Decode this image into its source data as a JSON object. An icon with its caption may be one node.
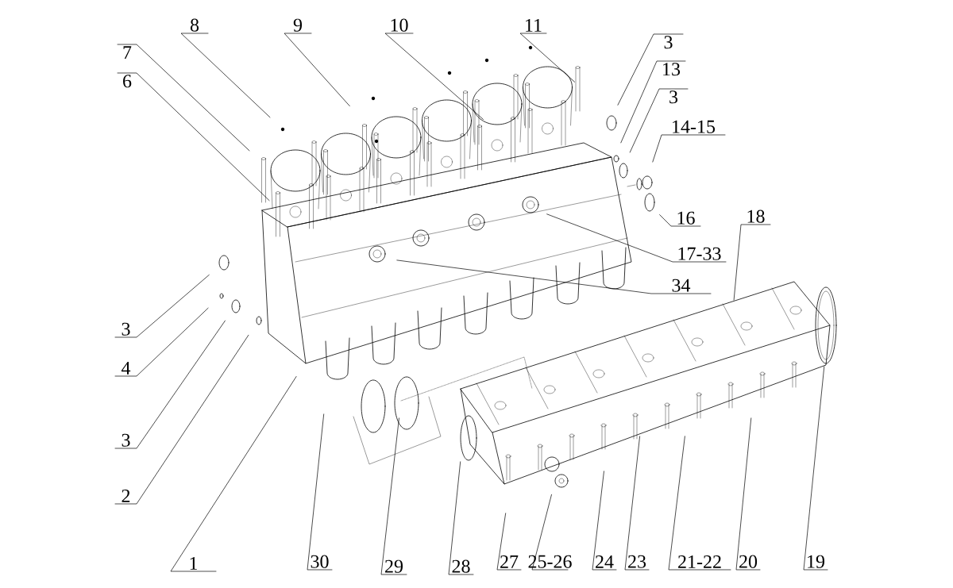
{
  "diagram": {
    "nodes": [
      {
        "text": [
          "8"
        ]
      },
      {
        "text": [
          "9"
        ]
      },
      {
        "text": [
          "10"
        ]
      },
      {
        "text": [
          "11"
        ]
      },
      {
        "text": [
          "7"
        ]
      },
      {
        "text": [
          "6"
        ]
      },
      {
        "text": [
          "3"
        ]
      },
      {
        "text": [
          "13"
        ]
      },
      {
        "text": [
          "3"
        ]
      },
      {
        "text": [
          "14-15"
        ]
      },
      {
        "text": [
          "16"
        ]
      },
      {
        "text": [
          "18"
        ]
      },
      {
        "text": [
          "17-33"
        ]
      },
      {
        "text": [
          "34"
        ]
      },
      {
        "text": [
          "3"
        ]
      },
      {
        "text": [
          "4"
        ]
      },
      {
        "text": [
          "3"
        ]
      },
      {
        "text": [
          "2"
        ]
      },
      {
        "text": [
          "1"
        ]
      },
      {
        "text": [
          "30"
        ]
      },
      {
        "text": [
          "29"
        ]
      },
      {
        "text": [
          "28"
        ]
      },
      {
        "text": [
          "27"
        ]
      },
      {
        "text": [
          "25-26"
        ]
      },
      {
        "text": [
          "24"
        ]
      },
      {
        "text": [
          "23"
        ]
      },
      {
        "text": [
          "21-22"
        ]
      },
      {
        "text": [
          "20"
        ]
      },
      {
        "text": [
          "19"
        ]
      }
    ],
    "edges": [
      {
        "from": 0,
        "to": null,
        "arrow": "none"
      },
      {
        "from": 1,
        "to": null,
        "arrow": "none"
      },
      {
        "from": 2,
        "to": null,
        "arrow": "none"
      },
      {
        "from": 3,
        "to": null,
        "arrow": "none"
      },
      {
        "from": 4,
        "to": null,
        "arrow": "none"
      },
      {
        "from": 5,
        "to": null,
        "arrow": "none"
      },
      {
        "from": 6,
        "to": null,
        "arrow": "none"
      },
      {
        "from": 7,
        "to": null,
        "arrow": "none"
      },
      {
        "from": 8,
        "to": null,
        "arrow": "none"
      },
      {
        "from": 9,
        "to": null,
        "arrow": "none"
      },
      {
        "from": 10,
        "to": null,
        "arrow": "none"
      },
      {
        "from": 11,
        "to": null,
        "arrow": "none"
      },
      {
        "from": 12,
        "to": null,
        "arrow": "none"
      },
      {
        "from": 13,
        "to": null,
        "arrow": "none"
      },
      {
        "from": 14,
        "to": null,
        "arrow": "none"
      },
      {
        "from": 15,
        "to": null,
        "arrow": "none"
      },
      {
        "from": 16,
        "to": null,
        "arrow": "none"
      },
      {
        "from": 17,
        "to": null,
        "arrow": "none"
      },
      {
        "from": 18,
        "to": null,
        "arrow": "none"
      },
      {
        "from": 19,
        "to": null,
        "arrow": "none"
      },
      {
        "from": 20,
        "to": null,
        "arrow": "none"
      },
      {
        "from": 21,
        "to": null,
        "arrow": "none"
      },
      {
        "from": 22,
        "to": null,
        "arrow": "none"
      },
      {
        "from": 23,
        "to": null,
        "arrow": "none"
      },
      {
        "from": 24,
        "to": null,
        "arrow": "none"
      },
      {
        "from": 25,
        "to": null,
        "arrow": "none"
      },
      {
        "from": 26,
        "to": null,
        "arrow": "none"
      },
      {
        "from": 27,
        "to": null,
        "arrow": "none"
      },
      {
        "from": 28,
        "to": null,
        "arrow": "none"
      }
    ]
  }
}
